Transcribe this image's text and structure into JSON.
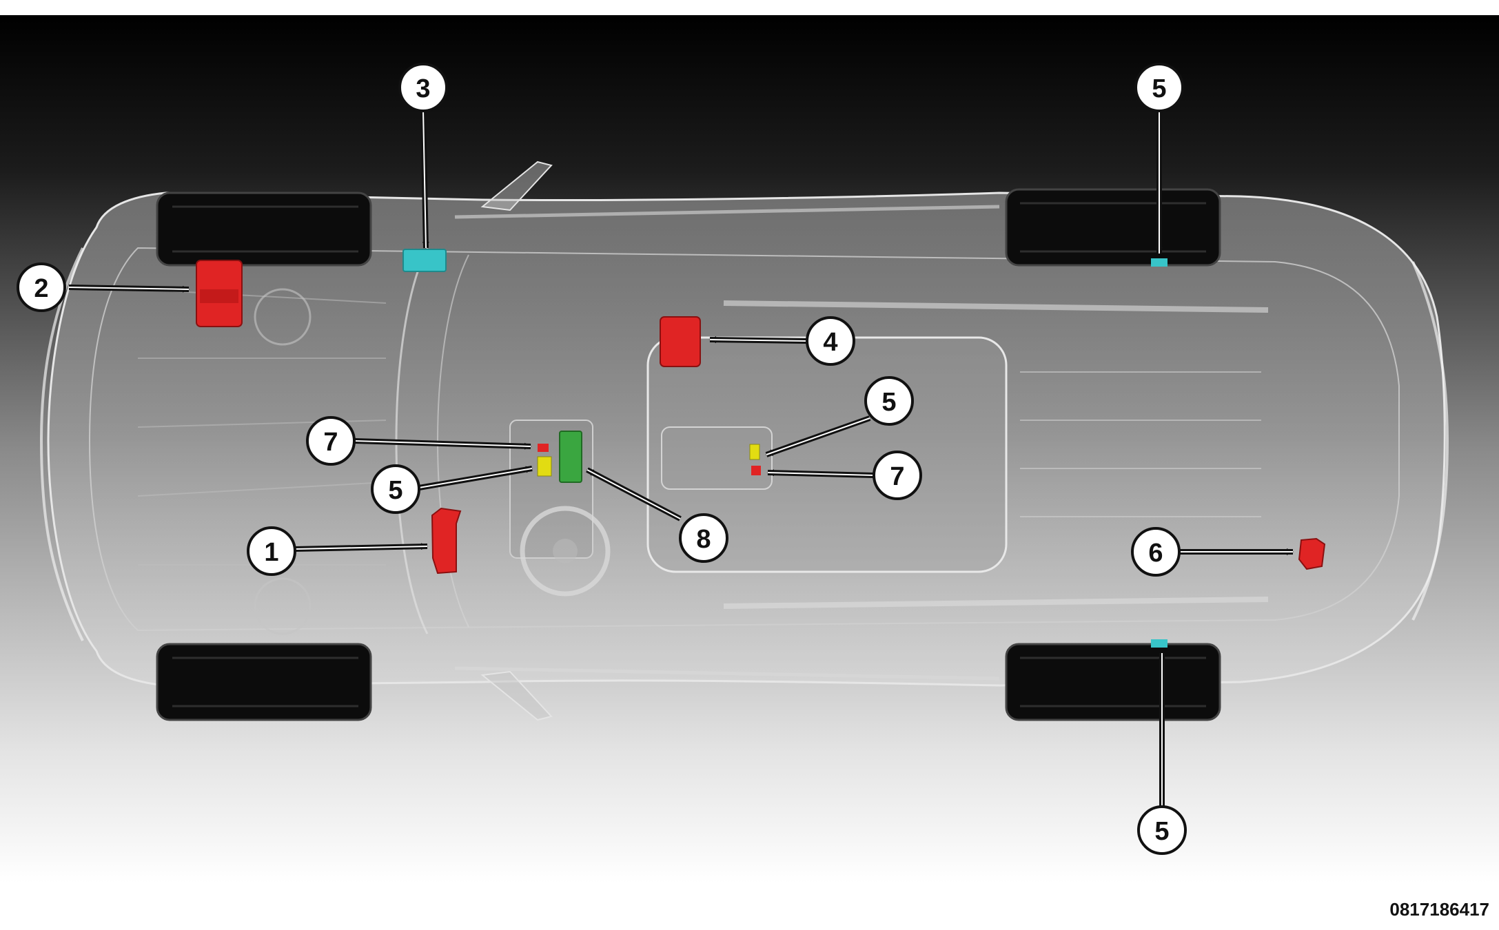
{
  "figure_id": "0817186417",
  "colors": {
    "module_red": "#e02424",
    "module_cyan": "#38c4c8",
    "module_yellow": "#e2dc12",
    "module_green": "#3aa640",
    "background_top": "#000000",
    "background_bottom": "#ffffff"
  },
  "callouts": [
    {
      "id": "c1",
      "label": "1",
      "module_color": "red"
    },
    {
      "id": "c2",
      "label": "2",
      "module_color": "red"
    },
    {
      "id": "c3",
      "label": "3",
      "module_color": "cyan"
    },
    {
      "id": "c4",
      "label": "4",
      "module_color": "red"
    },
    {
      "id": "c5a",
      "label": "5",
      "module_color": "cyan"
    },
    {
      "id": "c5b",
      "label": "5",
      "module_color": "yellow"
    },
    {
      "id": "c5c",
      "label": "5",
      "module_color": "yellow"
    },
    {
      "id": "c5d",
      "label": "5",
      "module_color": "cyan"
    },
    {
      "id": "c6",
      "label": "6",
      "module_color": "red"
    },
    {
      "id": "c7a",
      "label": "7",
      "module_color": "red"
    },
    {
      "id": "c7b",
      "label": "7",
      "module_color": "red"
    },
    {
      "id": "c8",
      "label": "8",
      "module_color": "green"
    }
  ]
}
